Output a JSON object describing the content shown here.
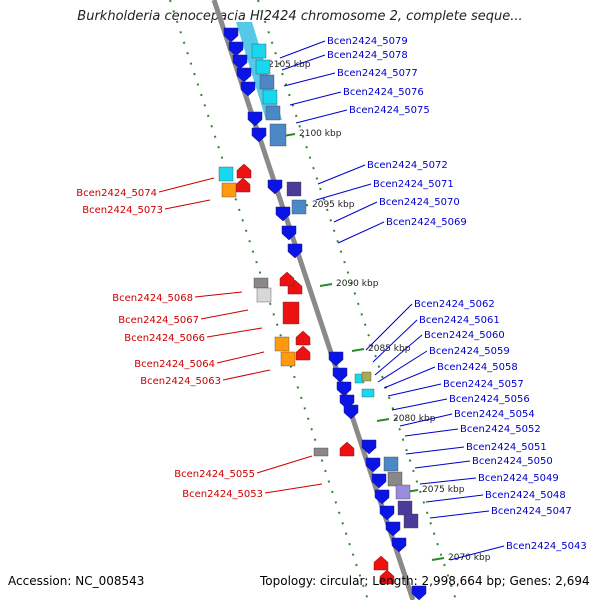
{
  "title": "Burkholderia cenocepacia HI2424 chromosome 2, complete seque...",
  "footer": {
    "accession": "Accession: NC_008543",
    "info": "Topology: circular; Length: 2,998,664 bp; Genes: 2,694"
  },
  "colors": {
    "forward_label": "#0000cc",
    "reverse_label": "#cc0000",
    "backbone": "#8a8a8a",
    "tick": "#2a8a2a"
  },
  "scale_ticks": [
    "2105 kbp",
    "2100 kbp",
    "2095 kbp",
    "2090 kbp",
    "2085 kbp",
    "2080 kbp",
    "2075 kbp",
    "2070 kbp"
  ],
  "forward_genes": [
    "Bcen2424_5079",
    "Bcen2424_5078",
    "Bcen2424_5077",
    "Bcen2424_5076",
    "Bcen2424_5075",
    "Bcen2424_5072",
    "Bcen2424_5071",
    "Bcen2424_5070",
    "Bcen2424_5069",
    "Bcen2424_5062",
    "Bcen2424_5061",
    "Bcen2424_5060",
    "Bcen2424_5059",
    "Bcen2424_5058",
    "Bcen2424_5057",
    "Bcen2424_5056",
    "Bcen2424_5054",
    "Bcen2424_5052",
    "Bcen2424_5051",
    "Bcen2424_5050",
    "Bcen2424_5049",
    "Bcen2424_5048",
    "Bcen2424_5047",
    "Bcen2424_5043"
  ],
  "reverse_genes": [
    "Bcen2424_5074",
    "Bcen2424_5073",
    "Bcen2424_5068",
    "Bcen2424_5067",
    "Bcen2424_5066",
    "Bcen2424_5064",
    "Bcen2424_5063",
    "Bcen2424_5055",
    "Bcen2424_5053"
  ]
}
